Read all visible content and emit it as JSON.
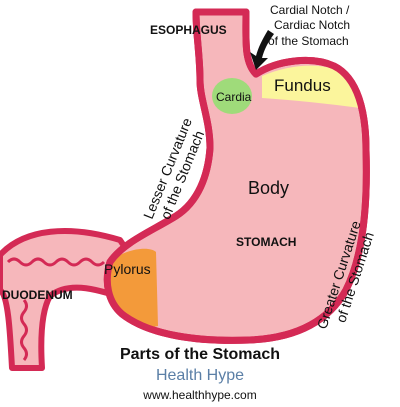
{
  "labels": {
    "esophagus": "ESOPHAGUS",
    "cardial_notch_1": "Cardial Notch /",
    "cardial_notch_2": "Cardiac Notch",
    "cardial_notch_3": "of the Stomach",
    "fundus": "Fundus",
    "cardia": "Cardia",
    "lesser_curvature_1": "Lesser Curvature",
    "lesser_curvature_2": "of the Stomach",
    "body": "Body",
    "stomach": "STOMACH",
    "greater_curvature_1": "Greater Curvature",
    "greater_curvature_2": "of the Stomach",
    "pylorus": "Pylorus",
    "duodenum": "DUODENUM"
  },
  "caption": {
    "title": "Parts of the Stomach",
    "brand": "Health Hype",
    "url": "www.healthhype.com"
  },
  "colors": {
    "wall": "#d42a55",
    "lining": "#f6b7bb",
    "fundus": "#fbf59c",
    "cardia": "#9fdb7a",
    "pylorus": "#f39a3a",
    "brand": "#5b7fa6"
  }
}
